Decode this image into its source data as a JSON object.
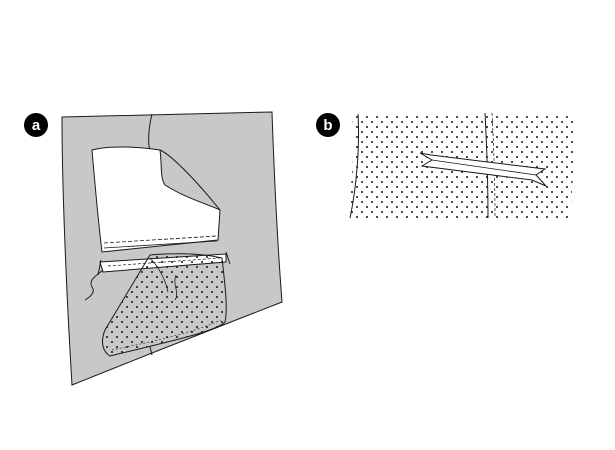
{
  "figure": {
    "panels": [
      {
        "id": "a",
        "label": "a"
      },
      {
        "id": "b",
        "label": "b"
      }
    ]
  },
  "colors": {
    "background": "#ffffff",
    "garment": "#c8c8c8",
    "lining": "#ffffff",
    "outline": "#1a1a1a",
    "dots": "#1a1a1a",
    "badge": "#000000"
  }
}
